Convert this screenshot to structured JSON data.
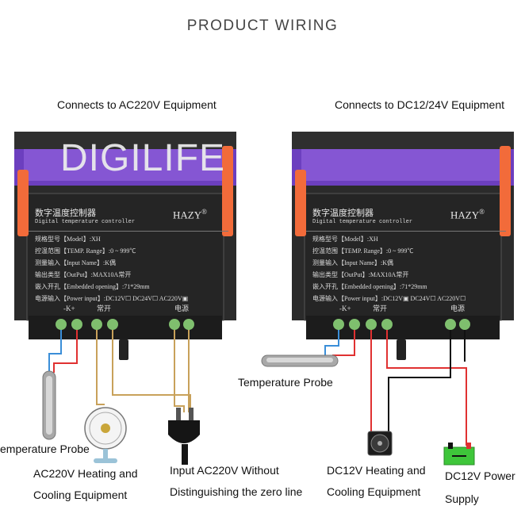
{
  "title": "PRODUCT WIRING",
  "watermark": "DIGILIFE",
  "left": {
    "heading": "Connects to AC220V Equipment",
    "labels": {
      "probe": "emperature Probe",
      "fan_line1": "AC220V Heating and",
      "fan_line2": "Cooling Equipment",
      "power_line1": "Input AC220V Without",
      "power_line2": "Distinguishing the zero line"
    }
  },
  "right": {
    "heading": "Connects to DC12/24V Equipment",
    "labels": {
      "probe": "Temperature Probe",
      "fan_line1": "DC12V Heating and",
      "fan_line2": "Cooling Equipment",
      "power_line1": "DC12V Power",
      "power_line2": "Supply"
    }
  },
  "device": {
    "name_cn": "数字温度控制器",
    "name_en": "Digital temperature controller",
    "brand": "HAZY",
    "brand_mark": "®",
    "spec_lines": [
      "规格型号【Model】:XH",
      "控温范围【TEMP. Range】:0 ~ 999℃",
      "测量输入【Input Name】:K偶",
      "输出类型【OutPut】:MAX10A常开",
      "嵌入开孔【Embedded opening】:71*29mm"
    ],
    "left_power_line": "电源输入【Power input】:DC12V☐  DC24V☐  AC220V▣",
    "right_power_line": "电源输入【Power input】:DC12V▣  DC24V☐  AC220V☐",
    "terminal_labels": {
      "k": "-K+",
      "relay": "常开",
      "power": "电源"
    }
  },
  "colors": {
    "accent": "#f26b3a",
    "device_body": "#2b2b2b",
    "screen": "#7b4bc6",
    "wire_blue": "#3a8ed8",
    "wire_red": "#e03131",
    "wire_tan": "#c8a15a",
    "wire_black": "#111111",
    "psu_green": "#3ec63a"
  }
}
